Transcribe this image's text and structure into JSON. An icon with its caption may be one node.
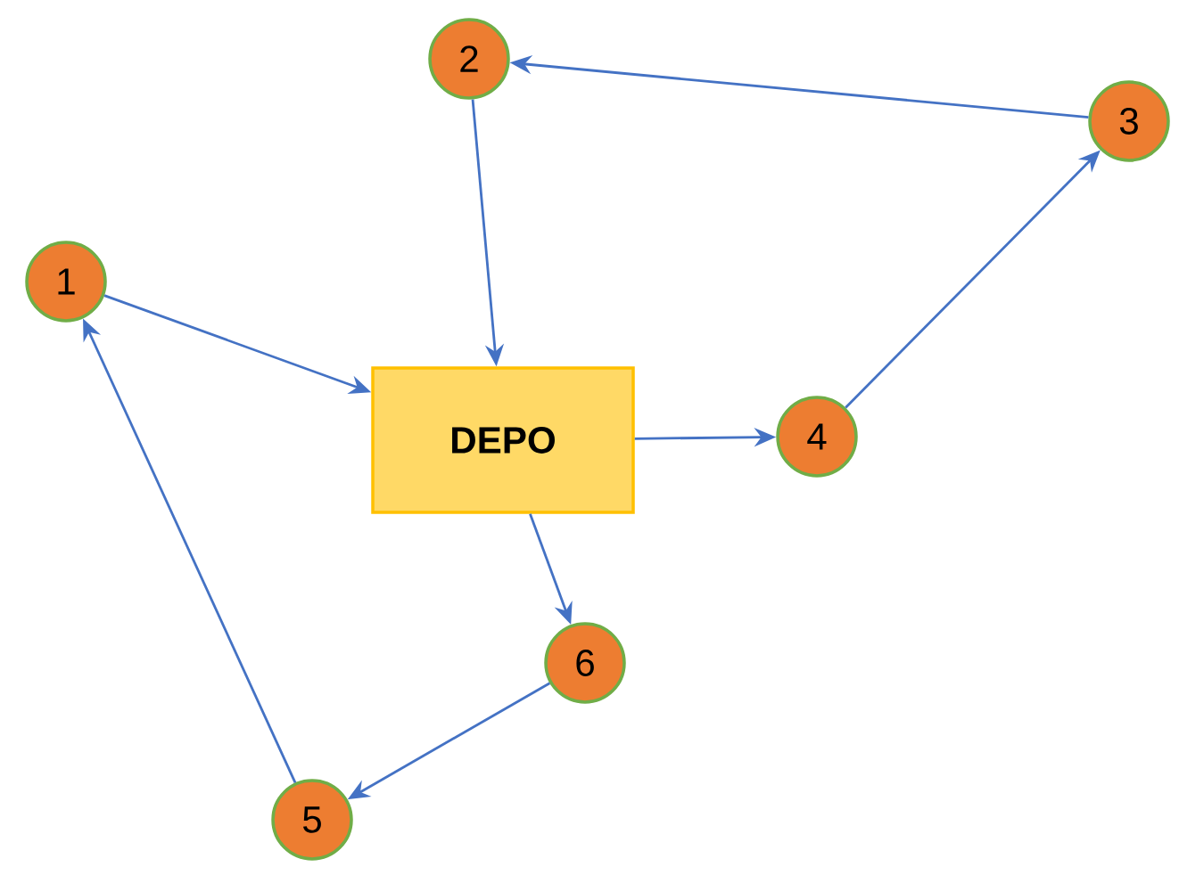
{
  "diagram": {
    "nodes": [
      {
        "text": [
          "2"
        ]
      },
      {
        "text": [
          "3"
        ]
      },
      {
        "text": [
          "1"
        ]
      },
      {
        "text": [
          "DEPO"
        ]
      },
      {
        "text": [
          "4"
        ]
      },
      {
        "text": [
          "6"
        ]
      },
      {
        "text": [
          "5"
        ]
      }
    ],
    "edges": [
      {
        "from": 1,
        "to": 0,
        "arrow": "to"
      },
      {
        "from": 0,
        "to": 3,
        "arrow": "to"
      },
      {
        "from": 2,
        "to": 3,
        "arrow": "to"
      },
      {
        "from": 3,
        "to": 4,
        "arrow": "to"
      },
      {
        "from": 4,
        "to": 1,
        "arrow": "to"
      },
      {
        "from": 3,
        "to": 5,
        "arrow": "to"
      },
      {
        "from": 5,
        "to": 6,
        "arrow": "to"
      },
      {
        "from": 6,
        "to": 2,
        "arrow": "to"
      }
    ]
  }
}
